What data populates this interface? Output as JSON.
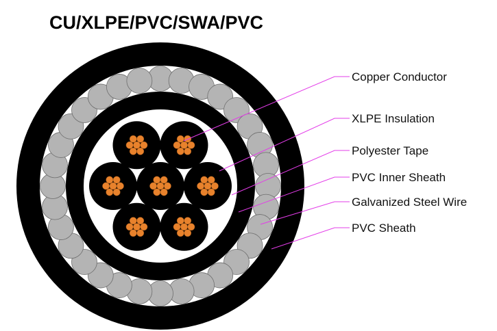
{
  "title": "CU/XLPE/PVC/SWA/PVC",
  "layers": [
    {
      "label": "Copper Conductor"
    },
    {
      "label": "XLPE Insulation"
    },
    {
      "label": "Polyester Tape"
    },
    {
      "label": "PVC Inner Sheath"
    },
    {
      "label": "Galvanized Steel Wire"
    },
    {
      "label": "PVC Sheath"
    }
  ],
  "colors": {
    "sheath": "#000000",
    "armour_wire": "#b4b4b4",
    "armour_gap": "#ffffff",
    "insulation": "#000000",
    "copper": "#e8822c",
    "leader_line": "#e33ce8",
    "text": "#111111"
  },
  "counts": {
    "cores": 7,
    "armour_wires": 32
  }
}
